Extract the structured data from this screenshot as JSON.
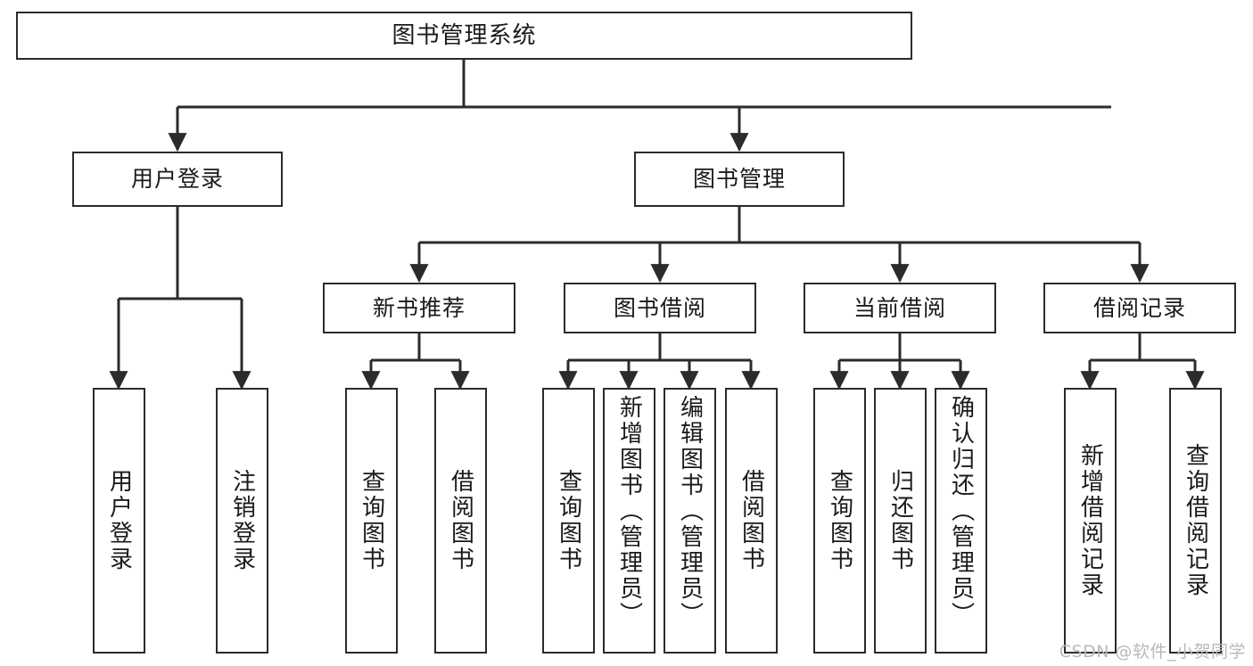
{
  "diagram": {
    "title": "图书管理系统",
    "type": "tree-hierarchy-chart",
    "watermark": "CSDN @软件_小贺同学",
    "colors": {
      "stroke": "#2b2b2b",
      "fill": "#ffffff",
      "text": "#1a1a1a",
      "watermark": "#b9b9b9"
    },
    "nodes": {
      "root": {
        "label": "图书管理系统"
      },
      "level2": [
        {
          "id": "user-login",
          "label": "用户登录"
        },
        {
          "id": "book-manage",
          "label": "图书管理"
        }
      ],
      "level3": [
        {
          "id": "new-book-rec",
          "label": "新书推荐"
        },
        {
          "id": "book-borrow",
          "label": "图书借阅"
        },
        {
          "id": "current-borrow",
          "label": "当前借阅"
        },
        {
          "id": "borrow-record",
          "label": "借阅记录"
        }
      ],
      "leaves": {
        "user_login": [
          {
            "id": "leaf-user-login",
            "label": "用户登录"
          },
          {
            "id": "leaf-logout",
            "label": "注销登录"
          }
        ],
        "new_book_rec": [
          {
            "id": "leaf-query-book-1",
            "label": "查询图书"
          },
          {
            "id": "leaf-borrow-book-1",
            "label": "借阅图书"
          }
        ],
        "book_borrow": [
          {
            "id": "leaf-query-book-2",
            "label": "查询图书"
          },
          {
            "id": "leaf-add-book",
            "label": "新增图书（管理员）"
          },
          {
            "id": "leaf-edit-book",
            "label": "编辑图书（管理员）"
          },
          {
            "id": "leaf-borrow-book-2",
            "label": "借阅图书"
          }
        ],
        "current_borrow": [
          {
            "id": "leaf-query-book-3",
            "label": "查询图书"
          },
          {
            "id": "leaf-return-book",
            "label": "归还图书"
          },
          {
            "id": "leaf-confirm-return",
            "label": "确认归还（管理员）"
          }
        ],
        "borrow_record": [
          {
            "id": "leaf-add-record",
            "label": "新增借阅记录"
          },
          {
            "id": "leaf-query-record",
            "label": "查询借阅记录"
          }
        ]
      }
    }
  }
}
